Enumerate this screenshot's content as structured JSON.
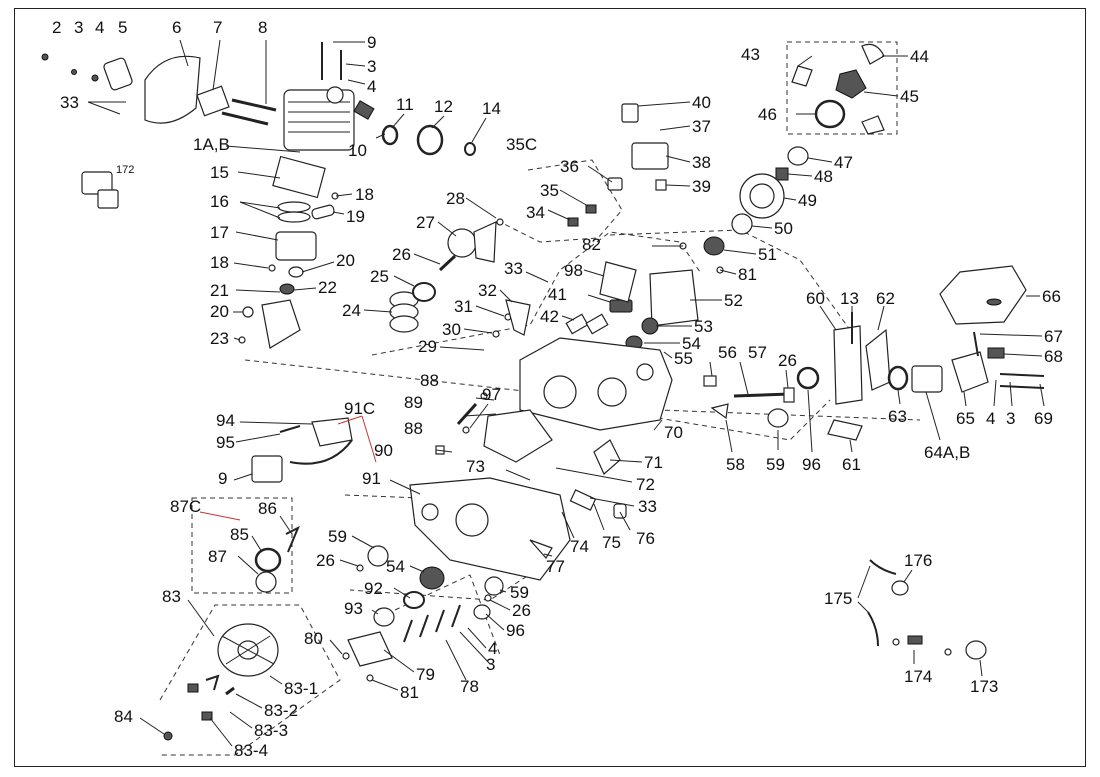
{
  "labels": {
    "l1": "1A,B",
    "l2": "2",
    "l3a": "3",
    "l4a": "4",
    "l5": "5",
    "l6": "6",
    "l7": "7",
    "l8": "8",
    "l9a": "9",
    "l3b": "3",
    "l4b": "4",
    "l10": "10",
    "l11": "11",
    "l12": "12",
    "l14": "14",
    "l15": "15",
    "l16": "16",
    "l17": "17",
    "l18a": "18",
    "l18b": "18",
    "l19": "19",
    "l20a": "20",
    "l20b": "20",
    "l21": "21",
    "l22": "22",
    "l23": "23",
    "l24": "24",
    "l25": "25",
    "l26a": "26",
    "l27": "27",
    "l28": "28",
    "l29": "29",
    "l30": "30",
    "l31": "31",
    "l32": "32",
    "l33a": "33",
    "l33b": "33",
    "l33c": "33",
    "l34": "34",
    "l35": "35",
    "l35c": "35C",
    "l36": "36",
    "l37": "37",
    "l38": "38",
    "l39": "39",
    "l40": "40",
    "l41": "41",
    "l42": "42",
    "l43": "43",
    "l44": "44",
    "l45": "45",
    "l46": "46",
    "l47": "47",
    "l48": "48",
    "l49": "49",
    "l50": "50",
    "l51": "51",
    "l52": "52",
    "l53": "53",
    "l54a": "54",
    "l54b": "54",
    "l55": "55",
    "l56": "56",
    "l57": "57",
    "l26b": "26",
    "l58": "58",
    "l59a": "59",
    "l59b": "59",
    "l59c": "59",
    "l60": "60",
    "l13": "13",
    "l61": "61",
    "l62": "62",
    "l63": "63",
    "l64": "64A,B",
    "l65": "65",
    "l4c": "4",
    "l3c": "3",
    "l66": "66",
    "l67": "67",
    "l68": "68",
    "l69": "69",
    "l70": "70",
    "l71": "71",
    "l72": "72",
    "l73": "73",
    "l74": "74",
    "l75": "75",
    "l76": "76",
    "l77": "77",
    "l78": "78",
    "l79": "79",
    "l80": "80",
    "l81a": "81",
    "l81b": "81",
    "l82": "82",
    "l83": "83",
    "l83_1": "83-1",
    "l83_2": "83-2",
    "l83_3": "83-3",
    "l83_4": "83-4",
    "l84": "84",
    "l85": "85",
    "l86": "86",
    "l87": "87",
    "l87c": "87C",
    "l88a": "88",
    "l88b": "88",
    "l89": "89",
    "l90": "90",
    "l91": "91",
    "l91c": "91C",
    "l92": "92",
    "l93": "93",
    "l94": "94",
    "l95": "95",
    "l96a": "96",
    "l96b": "96",
    "l97": "97",
    "l98": "98",
    "l9b": "9",
    "l26c": "26",
    "l26d": "26",
    "l3d": "3",
    "l4d": "4",
    "l172": "172",
    "l173": "173",
    "l174": "174",
    "l175": "175",
    "l176": "176"
  },
  "colors": {
    "ink": "#222222",
    "callout_red": "#cc3333",
    "background": "#ffffff"
  }
}
